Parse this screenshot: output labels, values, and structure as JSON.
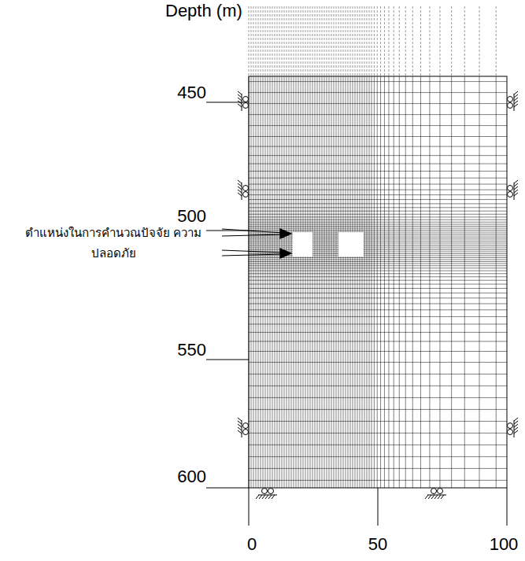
{
  "diagram": {
    "labels": [
      "Depth (m)",
      "450",
      "500",
      "ตำแหน่งในการคำนวณปัจจัย ความปลอดภัย",
      "550",
      "600",
      "0",
      "50",
      "100"
    ]
  }
}
